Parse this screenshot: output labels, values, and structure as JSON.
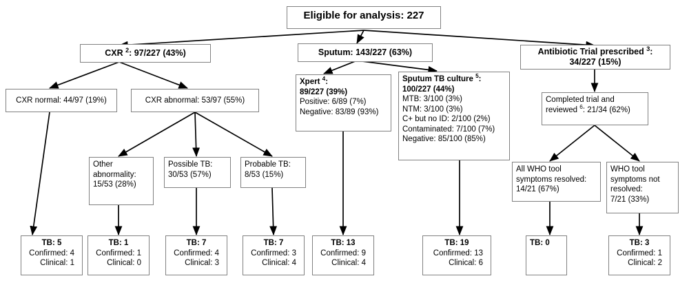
{
  "figure": {
    "type": "flowchart",
    "title": "Eligible for analysis: 227",
    "background": "#ffffff",
    "box_border_color": "#808080",
    "arrow_color": "#000000"
  },
  "nodes": {
    "root": {
      "label": "Eligible for analysis: 227"
    },
    "cxr": {
      "line1": "CXR ²: 97/227 (43%)"
    },
    "sputum": {
      "line1": "Sputum: 143/227 (63%)"
    },
    "antibiotic": {
      "line1": "Antibiotic Trial prescribed ³:",
      "line2": "34/227 (15%)"
    },
    "cxr_normal": {
      "line1": "CXR normal: 44/97 (19%)"
    },
    "cxr_abnormal": {
      "line1": "CXR abnormal: 53/97 (55%)"
    },
    "xpert": {
      "lead1": "Xpert ⁴:",
      "lead2": "89/227 (39%)",
      "rows": [
        "Positive: 6/89 (7%)",
        "Negative: 83/89 (93%)"
      ]
    },
    "culture": {
      "lead1": "Sputum TB culture ⁵:",
      "lead2": "100/227 (44%)",
      "rows": [
        "MTB: 3/100 (3%)",
        "NTM: 3/100 (3%)",
        "C+ but no ID: 2/100 (2%)",
        "Contaminated: 7/100 (7%)",
        "Negative: 85/100 (85%)"
      ]
    },
    "completed": {
      "line1": "Completed trial and",
      "line2": "reviewed ⁶: 21/34 (62%)"
    },
    "other_abnormality": {
      "line1": "Other",
      "line2": "abnormality:",
      "line3": "15/53 (28%)"
    },
    "possible_tb": {
      "line1": "Possible TB:",
      "line2": "30/53 (57%)"
    },
    "probable_tb": {
      "line1": "Probable TB:",
      "line2": "8/53 (15%)"
    },
    "who_resolved": {
      "line1": "All WHO tool",
      "line2": "symptoms resolved:",
      "line3": "14/21 (67%)"
    },
    "who_not_resolved": {
      "line1": "WHO tool",
      "line2": "symptoms not",
      "line3": "resolved:",
      "line4": "7/21 (33%)"
    }
  },
  "outcomes": [
    {
      "id": "tb-cxr-normal",
      "head": "TB: 5",
      "confirmed": "Confirmed: 4",
      "clinical": "Clinical: 1"
    },
    {
      "id": "tb-other-abn",
      "head": "TB: 1",
      "confirmed": "Confirmed: 1",
      "clinical": "Clinical: 0"
    },
    {
      "id": "tb-possible",
      "head": "TB: 7",
      "confirmed": "Confirmed: 4",
      "clinical": "Clinical: 3"
    },
    {
      "id": "tb-probable",
      "head": "TB: 7",
      "confirmed": "Confirmed: 3",
      "clinical": "Clinical: 4"
    },
    {
      "id": "tb-xpert",
      "head": "TB: 13",
      "confirmed": "Confirmed: 9",
      "clinical": "Clinical: 4"
    },
    {
      "id": "tb-culture",
      "head": "TB: 19",
      "confirmed": "Confirmed: 13",
      "clinical": "Clinical: 6"
    },
    {
      "id": "tb-who-resolved",
      "head": "TB: 0",
      "confirmed": "",
      "clinical": ""
    },
    {
      "id": "tb-who-not",
      "head": "TB: 3",
      "confirmed": "Confirmed: 1",
      "clinical": "Clinical: 2"
    }
  ]
}
